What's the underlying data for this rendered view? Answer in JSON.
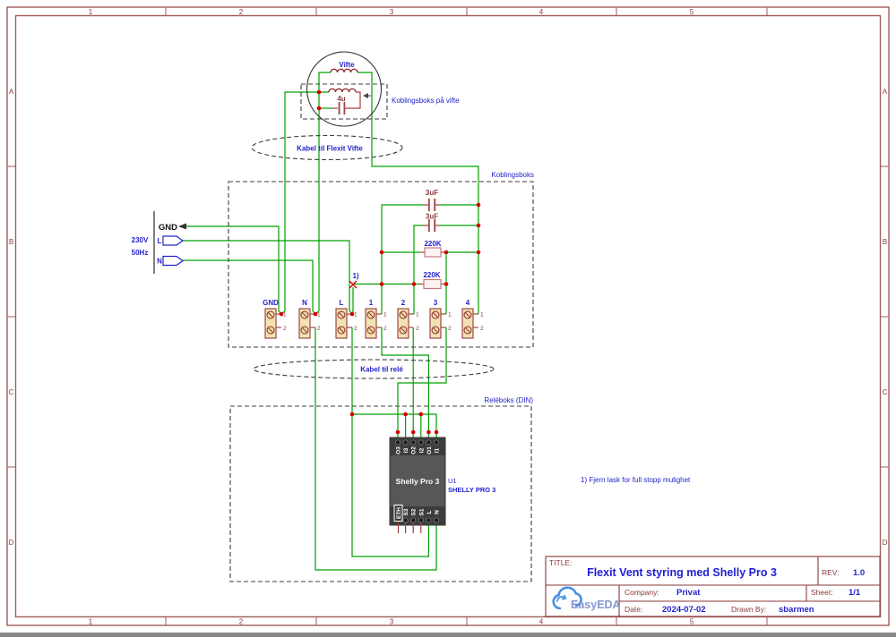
{
  "frame": {
    "cols": [
      "1",
      "2",
      "3",
      "4",
      "5"
    ],
    "rows": [
      "A",
      "B",
      "C",
      "D"
    ]
  },
  "supply": {
    "voltage": "230V",
    "frequency": "50Hz",
    "gnd_label": "GND",
    "live_label": "L",
    "neutral_label": "N"
  },
  "fan": {
    "name": "Vifte",
    "capacitor": "4u",
    "box_label": "Koblingsboks på vifte",
    "cable_label": "Kabel til Flexit Vifte"
  },
  "junction_box": {
    "label": "Koblingsboks",
    "capacitor1": "3uF",
    "capacitor2": "3uF",
    "resistor1": "220K",
    "resistor2": "220K",
    "link_ref": "1)"
  },
  "terminals": {
    "labels": [
      "GND",
      "N",
      "L",
      "1",
      "2",
      "3",
      "4"
    ],
    "pin1": "1",
    "pin2": "2"
  },
  "relay": {
    "cable_label": "Kabel til relé",
    "box_label": "Reléboks (DIN)"
  },
  "shelly": {
    "body_label": "Shelly Pro 3",
    "designator": "U1",
    "part_name": "SHELLY PRO 3",
    "top_pins": [
      "O3",
      "I3",
      "O2",
      "I2",
      "O1",
      "I1"
    ],
    "bottom_pins": [
      "ETH",
      "S3",
      "S2",
      "S1",
      "L",
      "N"
    ]
  },
  "note": "1) Fjern lask for full stopp mulighet",
  "title_block": {
    "title_label": "TITLE:",
    "title": "Flexit Vent styring med Shelly Pro 3",
    "rev_label": "REV:",
    "rev": "1.0",
    "company_label": "Company:",
    "company": "Privat",
    "sheet_label": "Sheet:",
    "sheet": "1/1",
    "date_label": "Date:",
    "date": "2024-07-02",
    "drawn_by_label": "Drawn By:",
    "drawn_by": "sbarmen",
    "logo_text": "EasyEDA"
  },
  "colors": {
    "wire": "#00A000",
    "component": "#A04040",
    "label_blue": "#2323CC",
    "frame": "#A05C5C",
    "junction_dot": "#D40000",
    "shelly_body": "#575757"
  }
}
